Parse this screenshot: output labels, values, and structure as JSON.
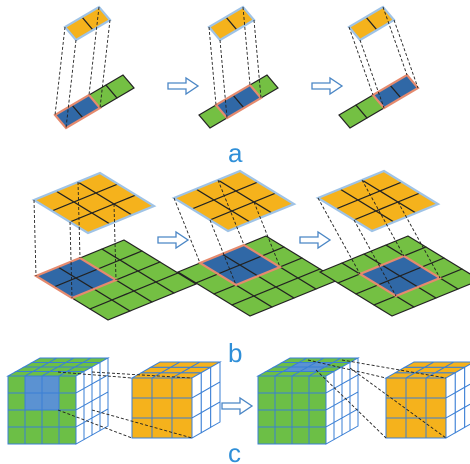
{
  "labels": {
    "a": "a",
    "b": "b",
    "c": "c"
  },
  "colors": {
    "kernel": "#f5b21c",
    "input": "#74c043",
    "overlap": "#3068a6",
    "arrow": "#4a86c5",
    "kernel_border": "#9fc3e6",
    "overlap_border": "#e58a6e",
    "cube_front_green": "#6cbf46",
    "cube_face_light": "#ffffff",
    "cube_grid": "#3a7fd5",
    "cube_highlight": "#5b92d2"
  },
  "panels": {
    "a": {
      "kernel_cells": [
        1,
        2
      ],
      "input_cells": [
        1,
        4
      ],
      "steps": 3
    },
    "b": {
      "kernel_cells": [
        3,
        3
      ],
      "input_cells": [
        4,
        4
      ],
      "steps": 3
    },
    "c": {
      "kernel_cells": [
        3,
        3,
        3
      ],
      "input_cells": [
        4,
        4,
        4
      ],
      "steps": 2
    }
  }
}
